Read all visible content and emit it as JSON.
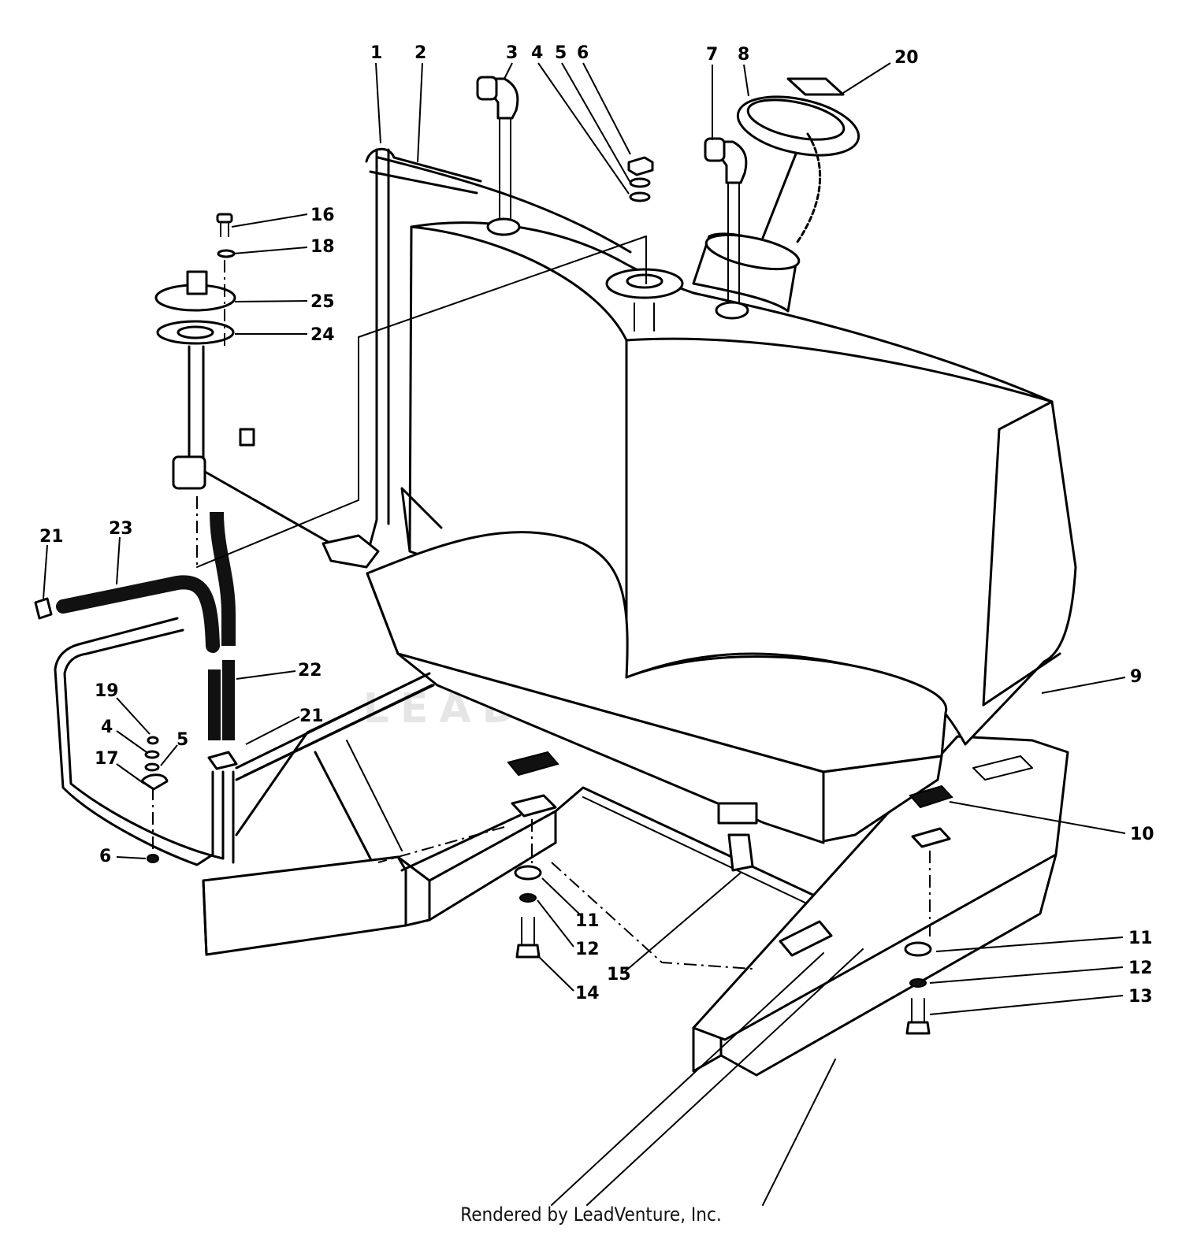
{
  "footer": {
    "text": "Rendered by LeadVenture, Inc."
  },
  "watermark": {
    "text": "LEADVENTURE"
  },
  "callouts": [
    {
      "id": "c1",
      "label": "1"
    },
    {
      "id": "c2",
      "label": "2"
    },
    {
      "id": "c3",
      "label": "3"
    },
    {
      "id": "c4a",
      "label": "4"
    },
    {
      "id": "c5a",
      "label": "5"
    },
    {
      "id": "c6a",
      "label": "6"
    },
    {
      "id": "c7",
      "label": "7"
    },
    {
      "id": "c8",
      "label": "8"
    },
    {
      "id": "c20",
      "label": "20"
    },
    {
      "id": "c16",
      "label": "16"
    },
    {
      "id": "c18",
      "label": "18"
    },
    {
      "id": "c25",
      "label": "25"
    },
    {
      "id": "c24",
      "label": "24"
    },
    {
      "id": "c21a",
      "label": "21"
    },
    {
      "id": "c23",
      "label": "23"
    },
    {
      "id": "c22",
      "label": "22"
    },
    {
      "id": "c21b",
      "label": "21"
    },
    {
      "id": "c19",
      "label": "19"
    },
    {
      "id": "c4b",
      "label": "4"
    },
    {
      "id": "c5b",
      "label": "5"
    },
    {
      "id": "c17",
      "label": "17"
    },
    {
      "id": "c6b",
      "label": "6"
    },
    {
      "id": "c9",
      "label": "9"
    },
    {
      "id": "c10",
      "label": "10"
    },
    {
      "id": "c11a",
      "label": "11"
    },
    {
      "id": "c12a",
      "label": "12"
    },
    {
      "id": "c14",
      "label": "14"
    },
    {
      "id": "c15",
      "label": "15"
    },
    {
      "id": "c11b",
      "label": "11"
    },
    {
      "id": "c12b",
      "label": "12"
    },
    {
      "id": "c13",
      "label": "13"
    }
  ]
}
